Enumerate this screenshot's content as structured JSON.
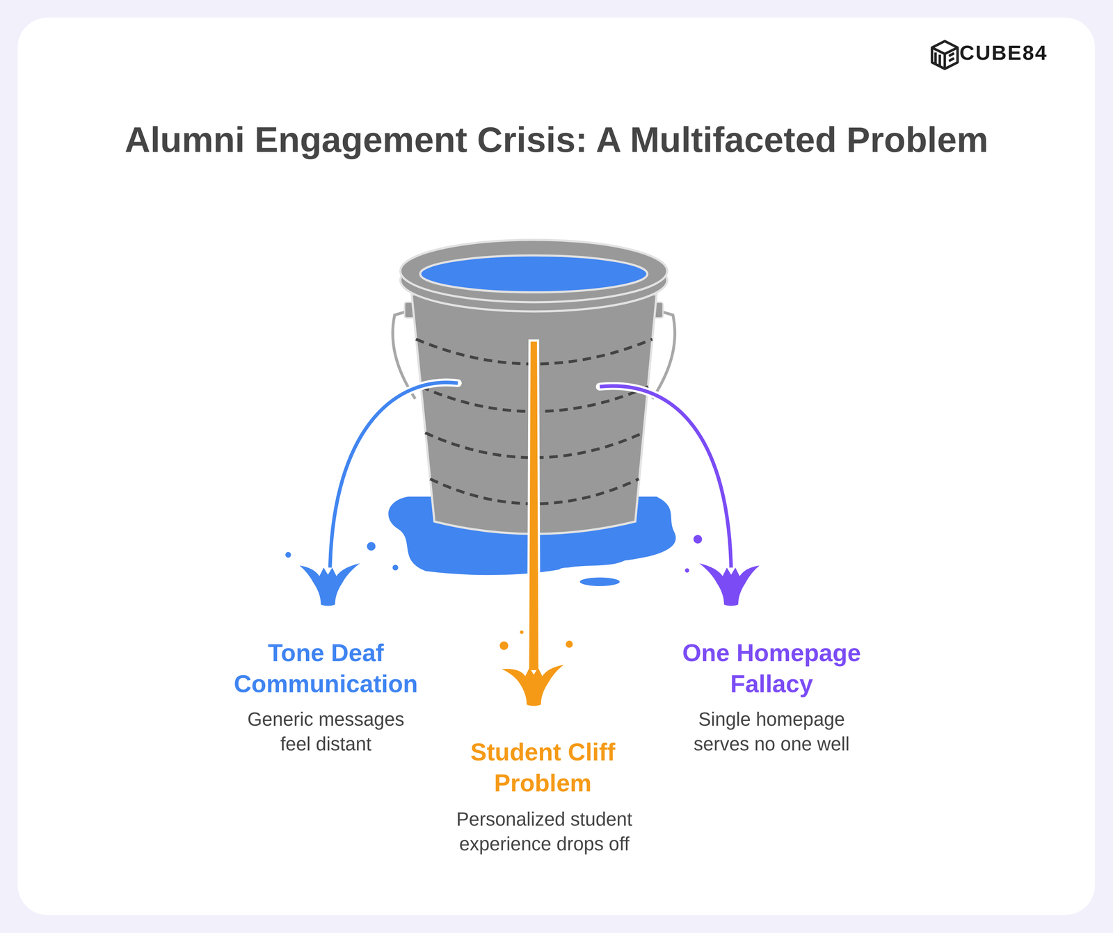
{
  "diagram": {
    "title": "Alumni Engagement Crisis: A Multifaceted Problem",
    "labels": [
      "CUBE84",
      "Tone Deaf Communication",
      "Generic messages feel distant",
      "Student Cliff Problem",
      "Personalized student experience drops off",
      "One Homepage Fallacy",
      "Single homepage serves no one well"
    ]
  }
}
